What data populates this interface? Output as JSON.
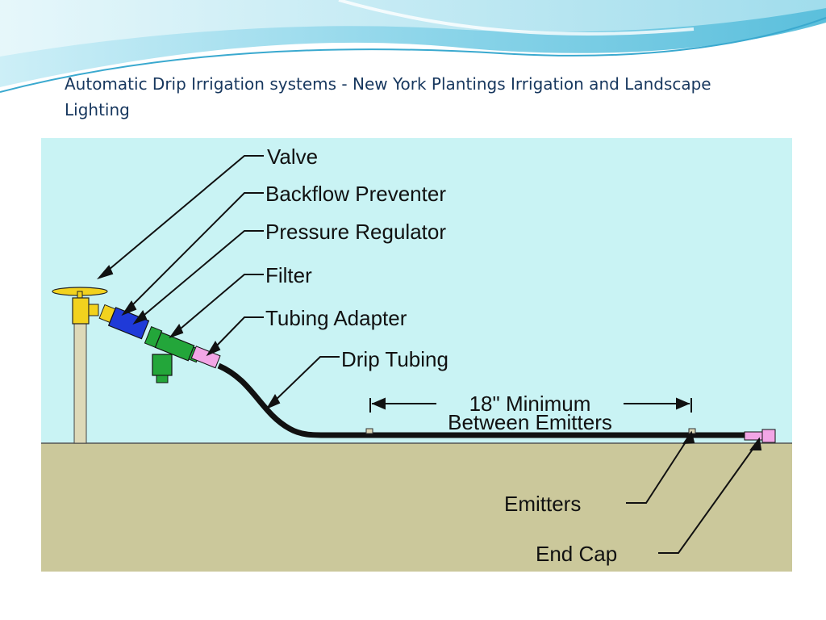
{
  "slide": {
    "title": "Automatic Drip Irrigation systems - New York Plantings Irrigation and Landscape Lighting"
  },
  "diagram": {
    "labels": {
      "valve": "Valve",
      "backflow_preventer": "Backflow Preventer",
      "pressure_regulator": "Pressure Regulator",
      "filter": "Filter",
      "tubing_adapter": "Tubing Adapter",
      "drip_tubing": "Drip Tubing",
      "spacing_line1": "18\" Minimum",
      "spacing_line2": "Between Emitters",
      "emitters": "Emitters",
      "end_cap": "End Cap"
    },
    "colors": {
      "sky": "#c9f3f4",
      "ground": "#cbc89b",
      "valve": "#f2d21e",
      "backflow_preventer": "#1f3ad8",
      "filter": "#23a63a",
      "tubing_adapter": "#f2a6e6",
      "tubing": "#111111",
      "pipe": "#ddd9b8",
      "title": "#17375e"
    }
  }
}
